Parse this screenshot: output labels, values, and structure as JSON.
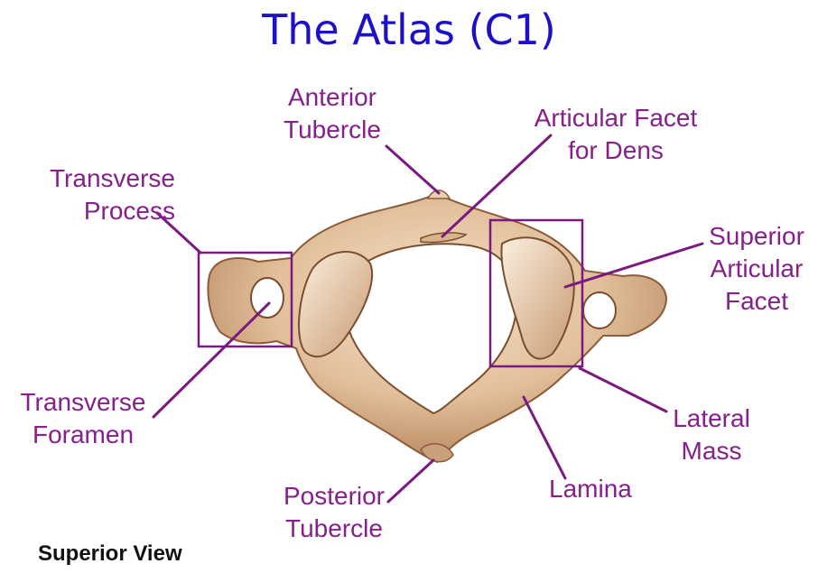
{
  "title": "The Atlas (C1)",
  "view_label": "Superior View",
  "labels": {
    "anterior_tubercle": [
      "Anterior",
      "Tubercle"
    ],
    "articular_facet_dens": [
      "Articular Facet",
      "for Dens"
    ],
    "transverse_process": [
      "Transverse",
      "Process"
    ],
    "superior_articular_facet": [
      "Superior",
      "Articular",
      "Facet"
    ],
    "transverse_foramen": [
      "Transverse",
      "Foramen"
    ],
    "lateral_mass": [
      "Lateral",
      "Mass"
    ],
    "lamina": [
      "Lamina"
    ],
    "posterior_tubercle": [
      "Posterior",
      "Tubercle"
    ]
  },
  "colors": {
    "title": "#1c10c8",
    "label": "#86208a",
    "leader_line": "#7a1a80",
    "bone": "#e8c9a8",
    "bone_shadow": "#9a6a45"
  }
}
